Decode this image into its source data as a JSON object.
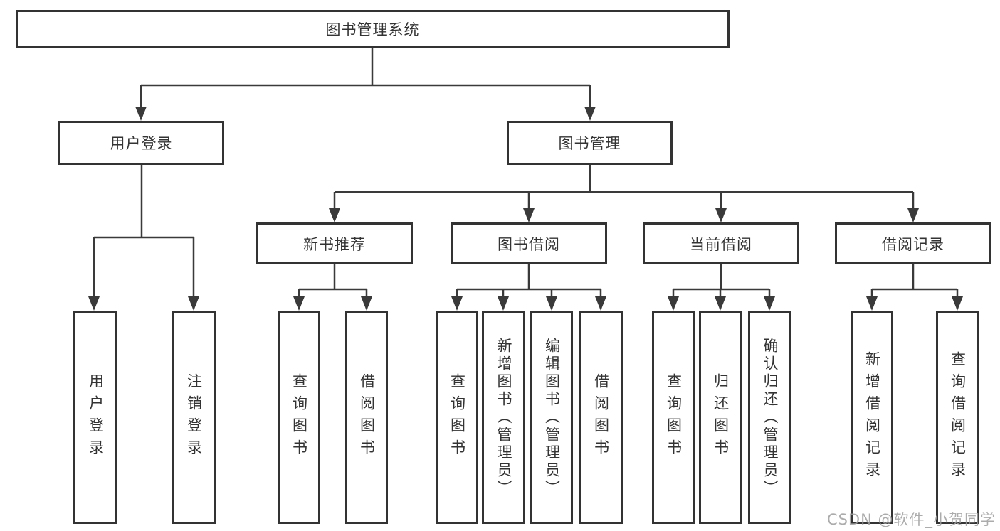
{
  "colors": {
    "border": "#333333",
    "text": "#333333",
    "watermark": "#9e9e9e"
  },
  "watermark": "CSDN @软件_小贺同学",
  "tree": {
    "root": {
      "label": "图书管理系统"
    },
    "branches": [
      {
        "label": "用户登录",
        "children": [
          {
            "label": "用户登录"
          },
          {
            "label": "注销登录"
          }
        ]
      },
      {
        "label": "图书管理",
        "sections": [
          {
            "label": "新书推荐",
            "children": [
              {
                "label": "查询图书"
              },
              {
                "label": "借阅图书"
              }
            ]
          },
          {
            "label": "图书借阅",
            "children": [
              {
                "label": "查询图书"
              },
              {
                "label": "新增图书（管理员）"
              },
              {
                "label": "编辑图书（管理员）"
              },
              {
                "label": "借阅图书"
              }
            ]
          },
          {
            "label": "当前借阅",
            "children": [
              {
                "label": "查询图书"
              },
              {
                "label": "归还图书"
              },
              {
                "label": "确认归还（管理员）"
              }
            ]
          },
          {
            "label": "借阅记录",
            "children": [
              {
                "label": "新增借阅记录"
              },
              {
                "label": "查询借阅记录"
              }
            ]
          }
        ]
      }
    ]
  }
}
